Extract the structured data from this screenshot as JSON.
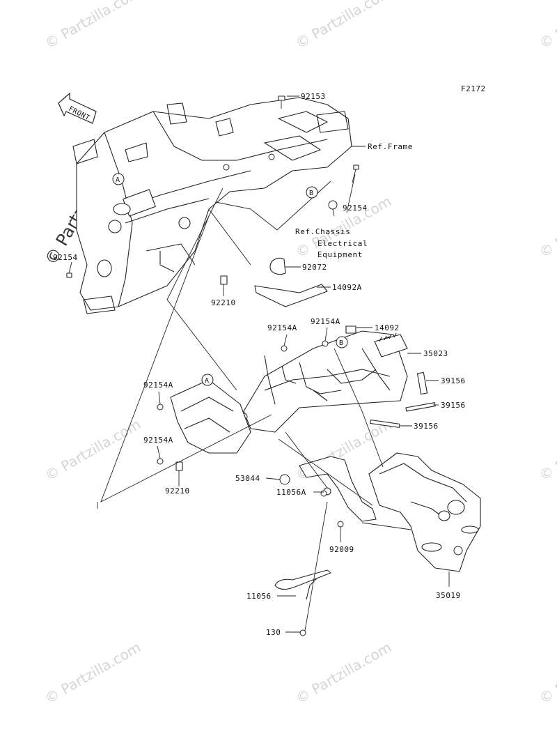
{
  "figure_code": "F2172",
  "front_label": "FRONT",
  "watermark": "© Partzilla.com",
  "watermark_side": "© Partzilla.com",
  "references": {
    "frame": "Ref.Frame",
    "chassis_line1": "Ref.Chassis",
    "chassis_line2": "Electrical",
    "chassis_line3": "Equipment"
  },
  "markers": {
    "a": "A",
    "b": "B"
  },
  "part_numbers": {
    "p92153": "92153",
    "p92154_right": "92154",
    "p92154_left": "92154",
    "p92072": "92072",
    "p14092A": "14092A",
    "p92210_top": "92210",
    "p92154A_1": "92154A",
    "p92154A_2": "92154A",
    "p14092": "14092",
    "p35023": "35023",
    "p39156_1": "39156",
    "p39156_2": "39156",
    "p39156_3": "39156",
    "p92154A_3": "92154A",
    "p92154A_4": "92154A",
    "p92210_bottom": "92210",
    "p53044": "53044",
    "p11056A": "11056A",
    "p92009": "92009",
    "p35019": "35019",
    "p11056": "11056",
    "p130": "130"
  }
}
